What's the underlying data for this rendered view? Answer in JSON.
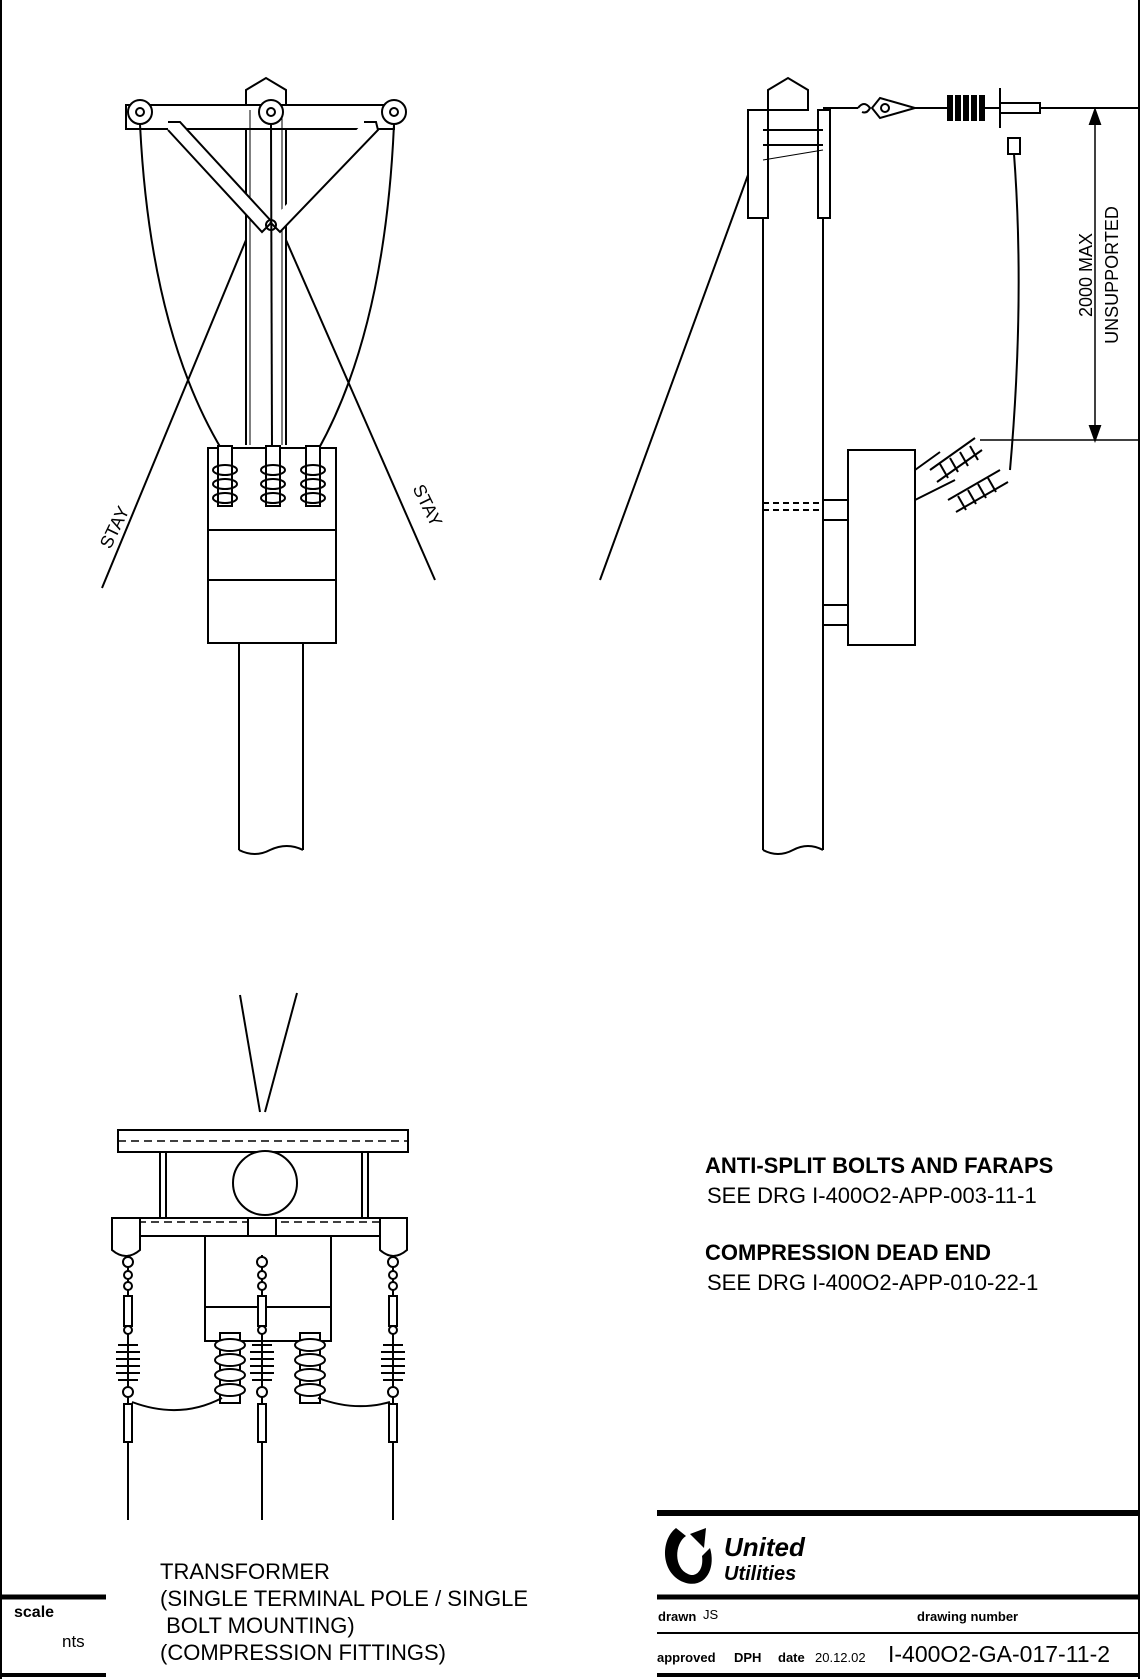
{
  "drawing": {
    "labels": {
      "stay_left": "STAY",
      "stay_right": "STAY",
      "dim_value": "2000 MAX",
      "dim_desc": "UNSUPPORTED"
    },
    "notes": [
      {
        "heading": "ANTI-SPLIT BOLTS AND FARAPS",
        "ref": "SEE DRG I-400O2-APP-003-11-1"
      },
      {
        "heading": "COMPRESSION DEAD END",
        "ref": "SEE DRG I-400O2-APP-010-22-1"
      }
    ],
    "title_lines": [
      "TRANSFORMER",
      "(SINGLE TERMINAL POLE / SINGLE",
      " BOLT MOUNTING)",
      "(COMPRESSION FITTINGS)"
    ]
  },
  "title_block": {
    "logo_word1": "United",
    "logo_word2": "Utilities",
    "scale_label": "scale",
    "scale_value": "nts",
    "drawn_label": "drawn",
    "drawn_value": "JS",
    "drawing_number_label": "drawing number",
    "approved_label": "approved",
    "approved_value": "DPH",
    "date_label": "date",
    "date_value": "20.12.02",
    "drawing_number": "I-400O2-GA-017-11-2"
  }
}
